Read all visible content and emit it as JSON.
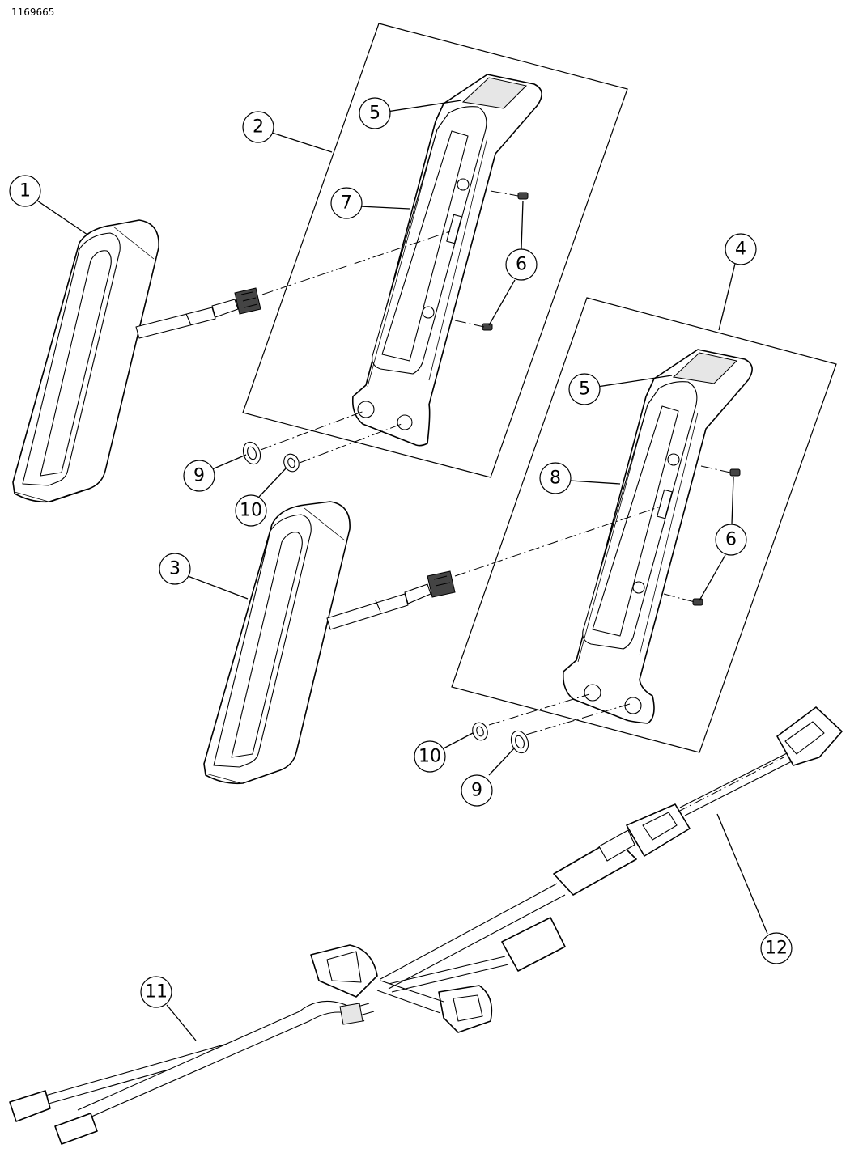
{
  "figure_id": "1169665",
  "callouts": [
    "1",
    "2",
    "3",
    "4",
    "5",
    "5",
    "6",
    "6",
    "7",
    "8",
    "9",
    "9",
    "10",
    "10",
    "11",
    "12"
  ]
}
